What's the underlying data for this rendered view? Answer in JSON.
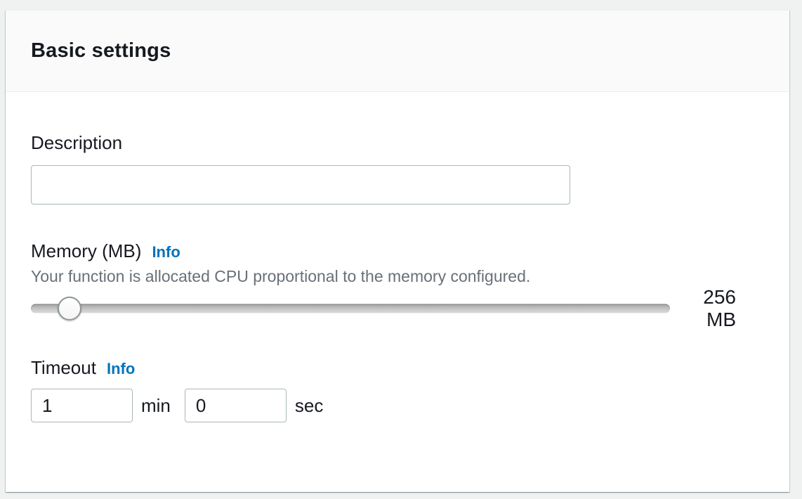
{
  "card": {
    "title": "Basic settings",
    "description_field": {
      "label": "Description",
      "value": "",
      "placeholder": ""
    },
    "memory": {
      "label": "Memory (MB)",
      "info_label": "Info",
      "helper_text": "Your function is allocated CPU proportional to the memory configured.",
      "value_mb": 256,
      "value_label": "256 MB"
    },
    "timeout": {
      "label": "Timeout",
      "info_label": "Info",
      "minutes_value": "1",
      "minutes_unit": "min",
      "seconds_value": "0",
      "seconds_unit": "sec"
    }
  },
  "colors": {
    "page_background": "#f0f2f2",
    "card_background": "#ffffff",
    "card_header_background": "#fafafa",
    "card_border": "#eaeded",
    "heading_text": "#16191f",
    "helper_text": "#687078",
    "link_blue": "#0073bb",
    "input_border": "#aab7b8",
    "slider_track_gray": "#c6c6c6",
    "slider_handle_border": "#8e9698"
  }
}
